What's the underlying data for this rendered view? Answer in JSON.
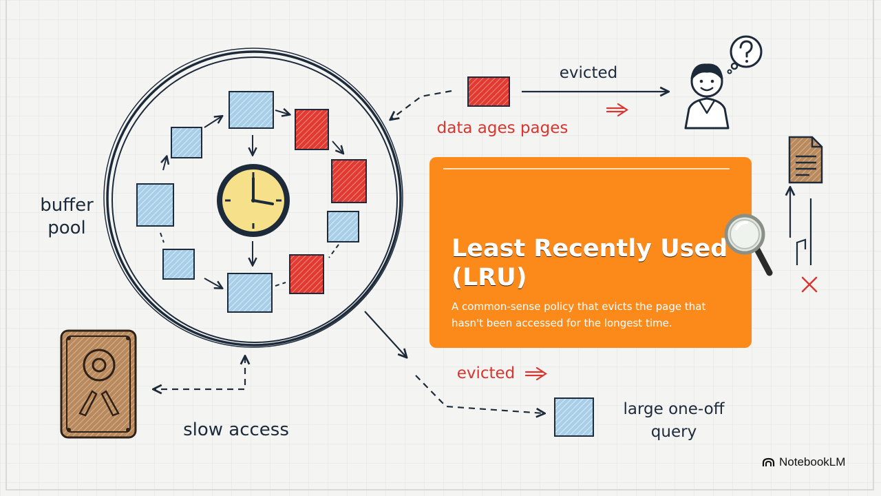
{
  "labels": {
    "buffer_pool": "buffer\npool",
    "slow_access": "slow access",
    "data_ages": "data ages pages",
    "evicted_top": "evicted",
    "evicted_bottom": "evicted",
    "large_query": "large one-off\nquery"
  },
  "card": {
    "title": "Least Recently Used (LRU)",
    "body": "A common-sense policy that evicts the page that hasn't been accessed for the longest time."
  },
  "brand": {
    "name": "NotebookLM",
    "icon": "notebooklm-logo-icon"
  },
  "colors": {
    "ink": "#1c2a3a",
    "page_blue": "#a9cfe8",
    "page_red": "#e03a32",
    "accent_red": "#d8362f",
    "card_orange": "#fb8a1b",
    "clock_face": "#f6e08a",
    "disk_brown": "#b98a5e"
  },
  "icons": [
    "clock-icon",
    "user-icon",
    "question-bubble-icon",
    "document-icon",
    "magnifier-icon",
    "hard-disk-icon",
    "x-mark-icon"
  ]
}
